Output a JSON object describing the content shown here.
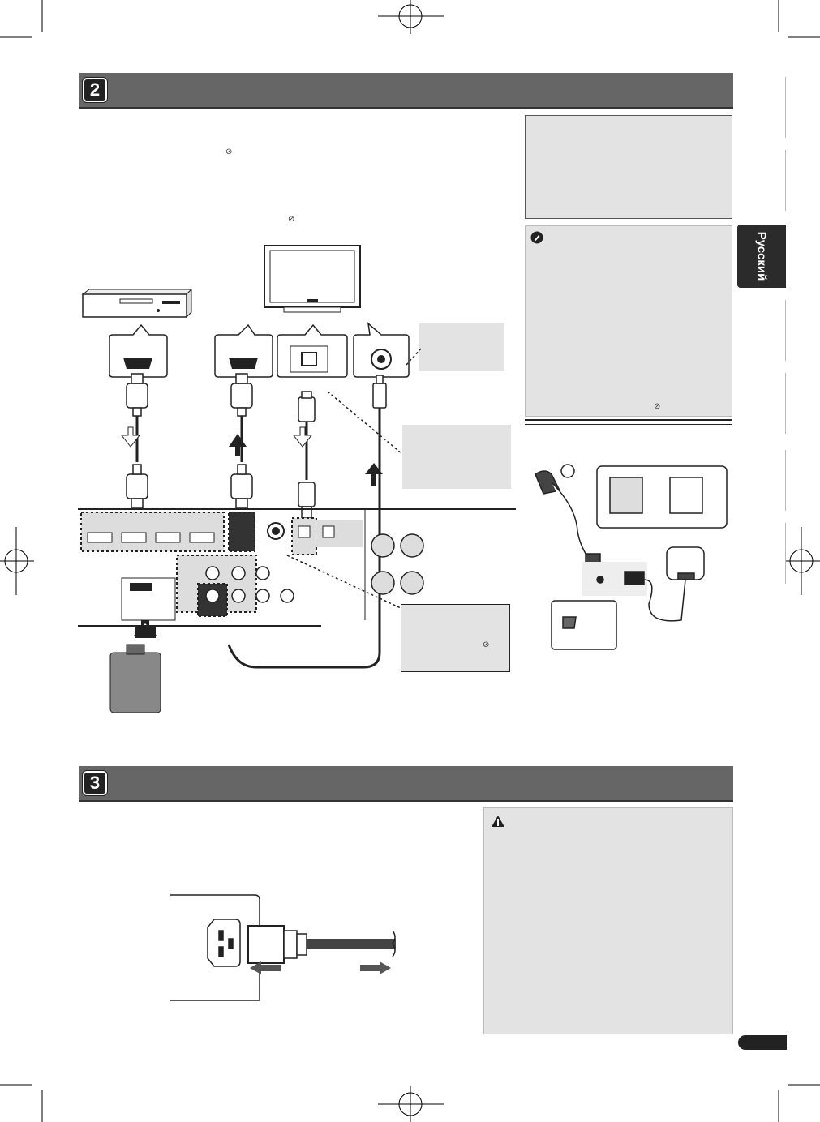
{
  "sections": [
    {
      "number": "2"
    },
    {
      "number": "3"
    }
  ],
  "language_tab": {
    "label": "Русский"
  },
  "icons": {
    "reference": "ref-circle-icon",
    "note": "pencil-note-icon",
    "warning": "warning-triangle-icon"
  },
  "colors": {
    "section_bar": "#666666",
    "tab": "#2b2b2b",
    "box": "#e3e3e3"
  }
}
